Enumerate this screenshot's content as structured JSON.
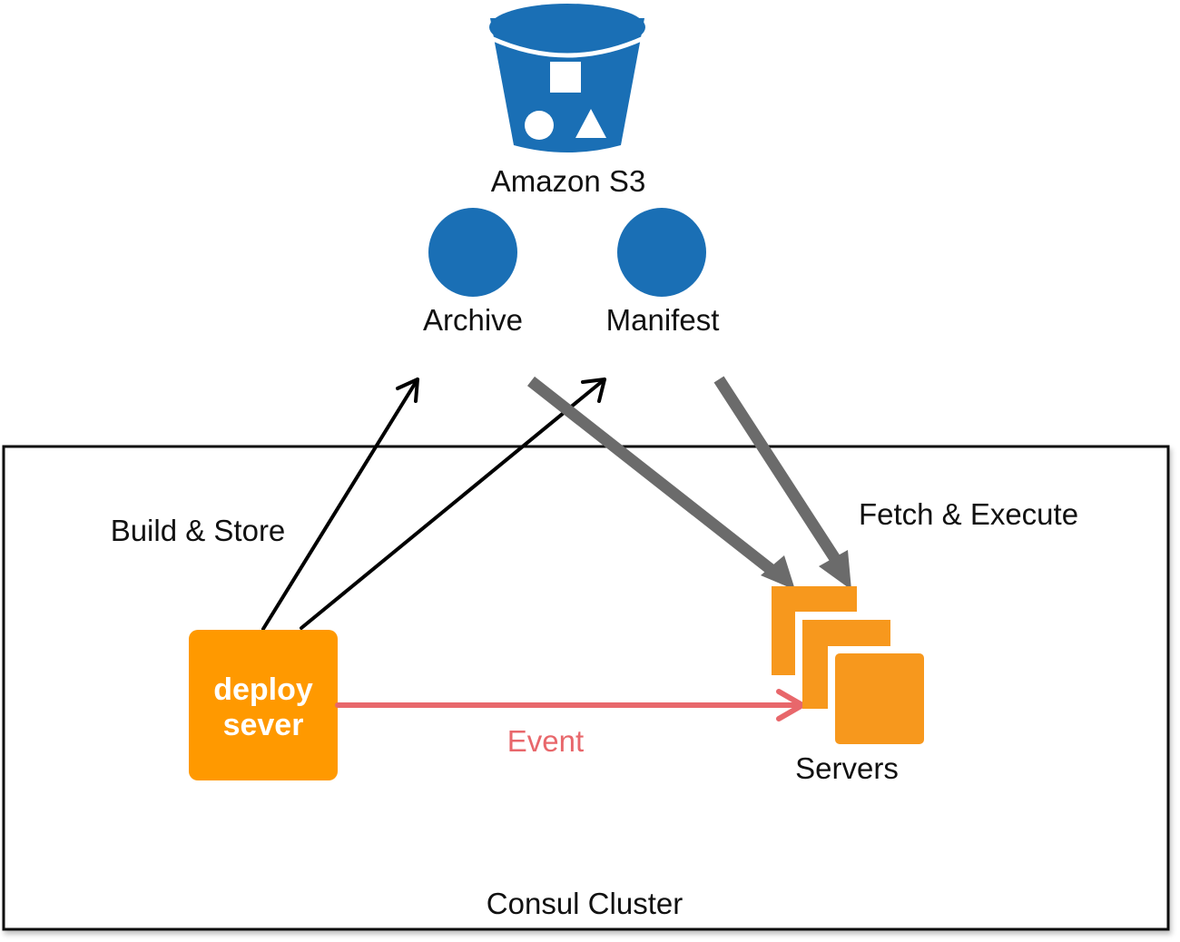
{
  "diagram": {
    "colors": {
      "s3_blue": "#1a6fb5",
      "orange": "#ff9900",
      "server_orange": "#f7981d",
      "event_red": "#e8676b",
      "fetch_gray": "#6b6b6b",
      "line_black": "#000000"
    },
    "nodes": {
      "s3": {
        "label": "Amazon S3",
        "icon": "s3-bucket-icon"
      },
      "archive": {
        "label": "Archive",
        "icon": "circle-object-icon"
      },
      "manifest": {
        "label": "Manifest",
        "icon": "circle-object-icon"
      },
      "deploy_server": {
        "label_line1": "deploy",
        "label_line2": "sever"
      },
      "servers": {
        "label": "Servers",
        "icon": "server-stack-icon"
      }
    },
    "edges": {
      "build_store": {
        "label": "Build & Store"
      },
      "fetch_execute": {
        "label": "Fetch & Execute"
      },
      "event": {
        "label": "Event"
      }
    },
    "group": {
      "label": "Consul Cluster"
    }
  }
}
